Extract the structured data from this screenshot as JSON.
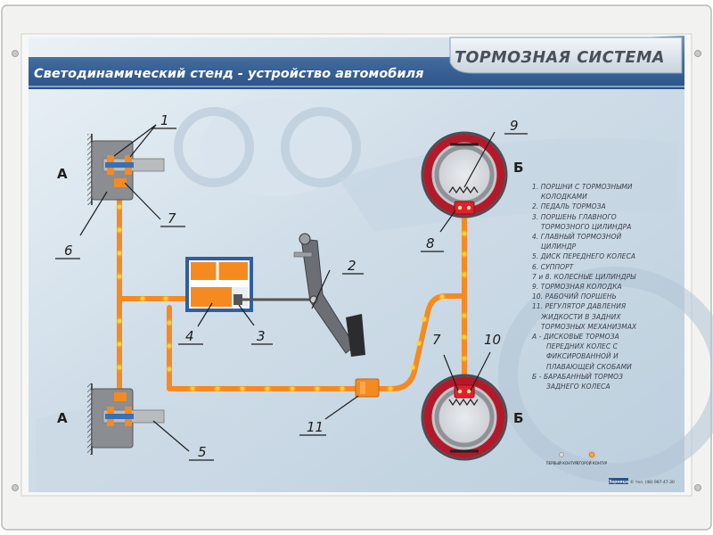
{
  "header": {
    "subtitle": "Светодинамический стенд - устройство автомобиля",
    "title": "ТОРМОЗНАЯ СИСТЕМА"
  },
  "labels": {
    "a_top": "А",
    "a_bottom": "А",
    "b_top": "Б",
    "b_bottom": "Б",
    "n1": "1",
    "n2": "2",
    "n3": "3",
    "n4": "4",
    "n5": "5",
    "n6": "6",
    "n7_left": "7",
    "n7_right": "7",
    "n8": "8",
    "n9": "9",
    "n10": "10",
    "n11": "11"
  },
  "legend": [
    {
      "text": "1. ПОРШНИ С ТОРМОЗНЫМИ",
      "cls": ""
    },
    {
      "text": "КОЛОДКАМИ",
      "cls": "cont"
    },
    {
      "text": "2. ПЕДАЛЬ ТОРМОЗА",
      "cls": ""
    },
    {
      "text": "3. ПОРШЕНЬ ГЛАВНОГО",
      "cls": ""
    },
    {
      "text": "ТОРМОЗНОГО ЦИЛИНДРА",
      "cls": "cont"
    },
    {
      "text": "4. ГЛАВНЫЙ ТОРМОЗНОЙ",
      "cls": ""
    },
    {
      "text": "ЦИЛИНДР",
      "cls": "cont"
    },
    {
      "text": "5. ДИСК ПЕРЕДНЕГО КОЛЕСА",
      "cls": ""
    },
    {
      "text": "6. СУППОРТ",
      "cls": ""
    },
    {
      "text": "7 и 8. КОЛЕСНЫЕ ЦИЛИНДРЫ",
      "cls": ""
    },
    {
      "text": "9. ТОРМОЗНАЯ КОЛОДКА",
      "cls": ""
    },
    {
      "text": "10. РАБОЧИЙ ПОРШЕНЬ",
      "cls": ""
    },
    {
      "text": "11. РЕГУЛЯТОР ДАВЛЕНИЯ",
      "cls": ""
    },
    {
      "text": "ЖИДКОСТИ В ЗАДНИХ",
      "cls": "cont"
    },
    {
      "text": "ТОРМОЗНЫХ МЕХАНИЗМАХ",
      "cls": "cont"
    },
    {
      "text": "А - ДИСКОВЫЕ ТОРМОЗА",
      "cls": ""
    },
    {
      "text": "ПЕРЕДНИХ КОЛЕС С",
      "cls": "contab"
    },
    {
      "text": "ФИКСИРОВАННОЙ И",
      "cls": "contab"
    },
    {
      "text": "ПЛАВАЮЩЕЙ СКОБАМИ",
      "cls": "contab"
    },
    {
      "text": "Б - БАРАБАННЫЙ ТОРМОЗ",
      "cls": ""
    },
    {
      "text": "ЗАДНЕГО КОЛЕСА",
      "cls": "contab"
    }
  ],
  "footer": {
    "first_circuit": "ПЕРВЫЙ КОНТУР",
    "second_circuit": "ВТОРОЙ КОНТУР",
    "brand": "Зарница",
    "phone": "© тел. (48) 987-47-30"
  }
}
